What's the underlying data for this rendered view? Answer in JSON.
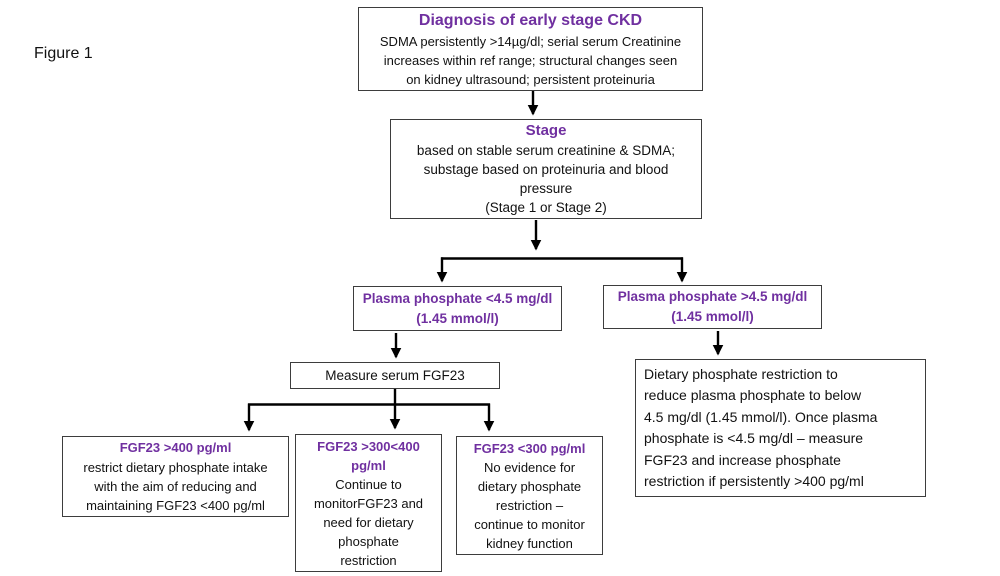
{
  "figure_label": "Figure 1",
  "colors": {
    "accent_purple": "#7030A0",
    "text": "#111111",
    "box_border": "#3d3d3d",
    "connector": "#000000",
    "background": "#ffffff"
  },
  "nodes": {
    "diagnosis": {
      "title": "Diagnosis of early stage CKD",
      "body": "SDMA persistently >14µg/dl; serial serum Creatinine\nincreases within ref range; structural changes seen\non kidney ultrasound; persistent proteinuria"
    },
    "stage": {
      "title": "Stage",
      "body": "based on stable serum creatinine & SDMA;\nsubstage based on proteinuria and blood\npressure\n(Stage 1 or Stage 2)"
    },
    "phosphate_low": {
      "title": "Plasma phosphate <4.5 mg/dl\n(1.45 mmol/l)"
    },
    "phosphate_high": {
      "title": "Plasma phosphate >4.5 mg/dl\n(1.45 mmol/l)"
    },
    "measure_fgf23": {
      "label": "Measure serum FGF23"
    },
    "fgf23_high": {
      "title": "FGF23 >400 pg/ml",
      "body": "restrict dietary phosphate intake\nwith the aim of reducing and\nmaintaining FGF23 <400 pg/ml"
    },
    "fgf23_mid": {
      "title": "FGF23 >300<400\npg/ml",
      "body": "Continue to\nmonitorFGF23 and\nneed for dietary\nphosphate\nrestriction"
    },
    "fgf23_low": {
      "title": "FGF23 <300 pg/ml",
      "body": "No evidence for\ndietary phosphate\nrestriction –\ncontinue to monitor\nkidney function"
    },
    "dietary_restriction": {
      "body": "Dietary phosphate restriction to\nreduce plasma phosphate to below\n4.5 mg/dl (1.45 mmol/l). Once plasma\nphosphate is <4.5 mg/dl – measure\nFGF23 and increase phosphate\nrestriction if persistently >400 pg/ml"
    }
  }
}
